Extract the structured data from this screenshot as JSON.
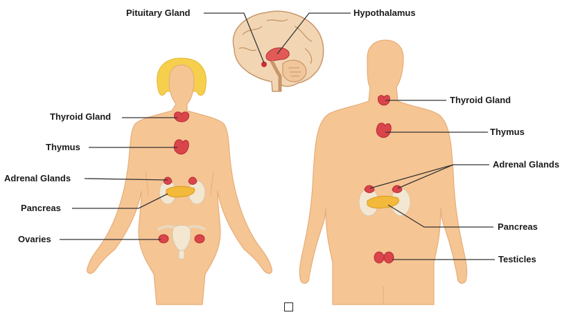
{
  "diagram": {
    "labels": {
      "pituitary": "Pituitary Gland",
      "hypothalamus": "Hypothalamus",
      "female_thyroid": "Thyroid Gland",
      "female_thymus": "Thymus",
      "female_adrenal": "Adrenal Glands",
      "female_pancreas": "Pancreas",
      "female_ovaries": "Ovaries",
      "male_thyroid": "Thyroid Gland",
      "male_thymus": "Thymus",
      "male_adrenal": "Adrenal Glands",
      "male_pancreas": "Pancreas",
      "male_testicles": "Testicles"
    },
    "colors": {
      "skin": "#f6c594",
      "skin_outline": "#e0a46f",
      "hair": "#f6cf4c",
      "gland": "#d9454a",
      "gland_dark": "#b32e34",
      "pancreas": "#f2b93b",
      "kidney": "#f3e7d2",
      "brain": "#f2d6b4",
      "leader_line": "#333333"
    }
  }
}
